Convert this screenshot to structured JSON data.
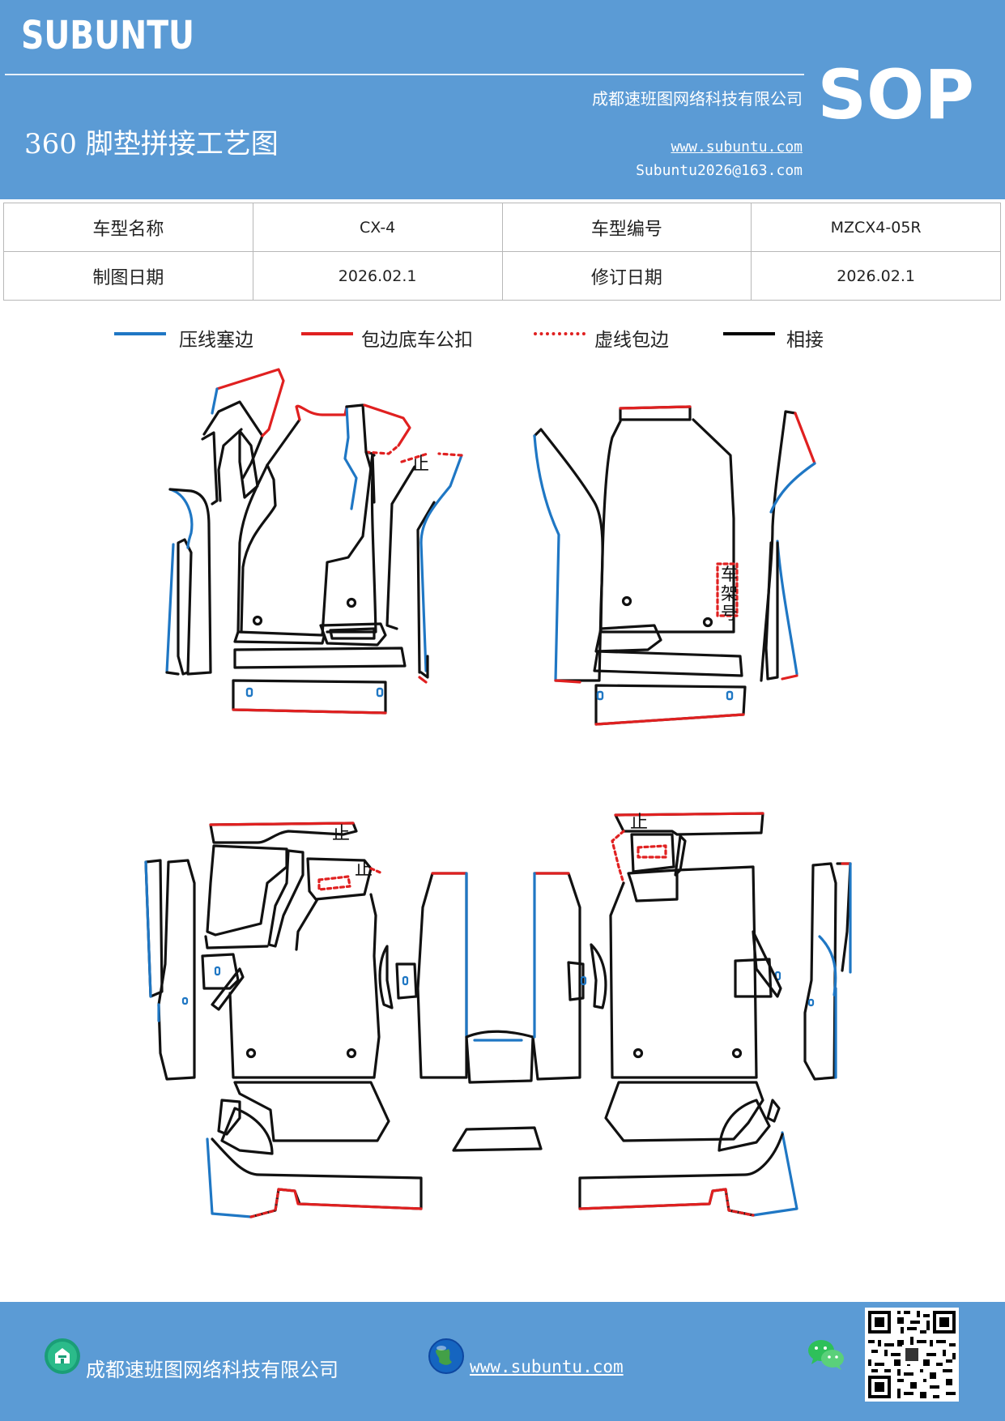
{
  "header": {
    "brand": "SUBUNTU",
    "doc_type": "SOP",
    "company": "成都速班图网络科技有限公司",
    "title": "360 脚垫拼接工艺图",
    "website": "www.subuntu.com",
    "email": "Subuntu2026@163.com"
  },
  "info_table": {
    "rows": [
      [
        {
          "label": "车型名称",
          "value": "CX-4"
        },
        {
          "label": "车型编号",
          "value": "MZCX4-05R"
        }
      ],
      [
        {
          "label": "制图日期",
          "value": "2026.02.1"
        },
        {
          "label": "修订日期",
          "value": "2026.02.1"
        }
      ]
    ]
  },
  "legend": [
    {
      "label": "压线塞边",
      "color": "#1f77c4",
      "style": "solid"
    },
    {
      "label": "包边底车公扣",
      "color": "#e02020",
      "style": "solid"
    },
    {
      "label": "虚线包边",
      "color": "#e02020",
      "style": "dotted"
    },
    {
      "label": "相接",
      "color": "#000000",
      "style": "solid"
    }
  ],
  "diagram": {
    "stop_label": "止",
    "frame_label": [
      "车",
      "架",
      "号"
    ],
    "colors": {
      "blue": "#1f77c4",
      "red": "#e02020",
      "black": "#111111"
    }
  },
  "footer": {
    "company": "成都速班图网络科技有限公司",
    "website": "www.subuntu.com",
    "icons": [
      "company-icon",
      "globe-icon",
      "wechat-icon",
      "qr-code"
    ]
  }
}
